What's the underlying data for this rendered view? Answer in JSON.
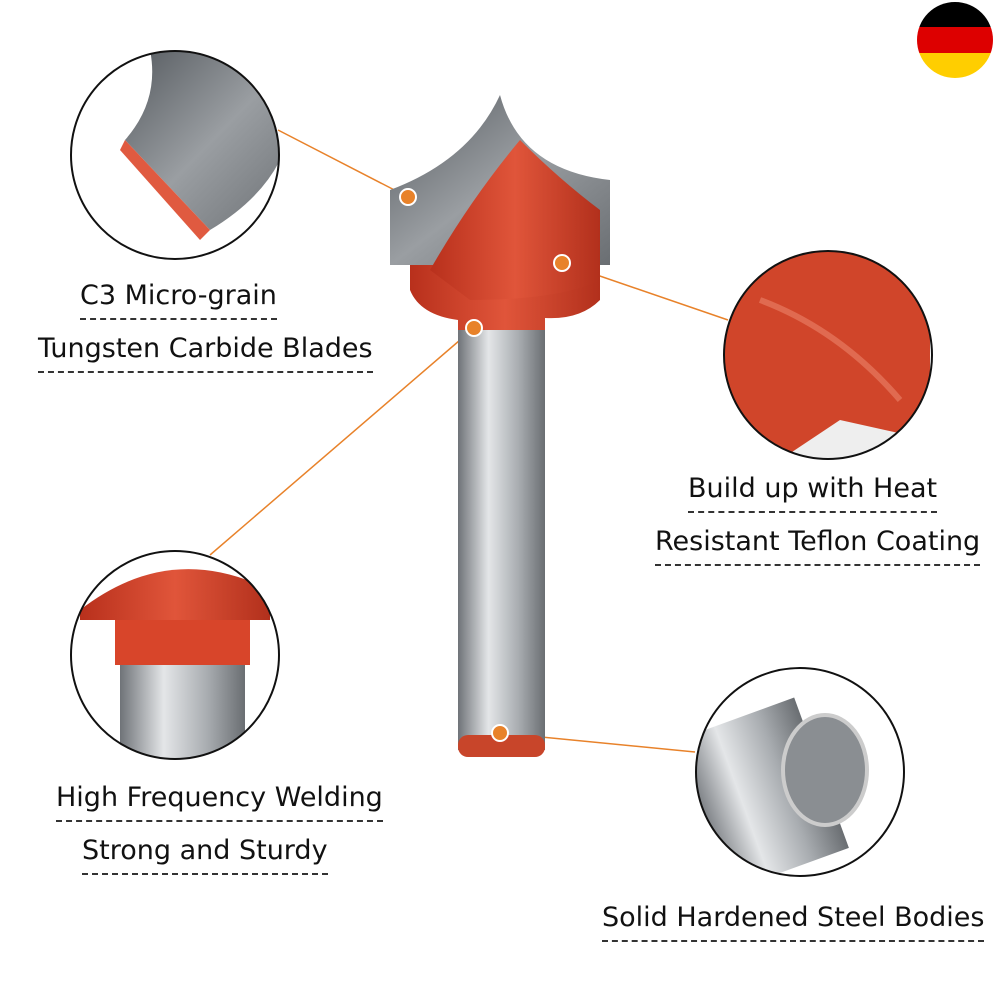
{
  "flag": {
    "name": "germany-flag",
    "colors": [
      "#000000",
      "#DD0000",
      "#FFCE00"
    ]
  },
  "colors": {
    "accent": "#E8822A",
    "coating": "#D0452A",
    "steel": "#9A9EA2"
  },
  "features": [
    {
      "id": "blades",
      "lines": [
        "C3 Micro-grain",
        "Tungsten Carbide Blades"
      ]
    },
    {
      "id": "coating",
      "lines": [
        "Build up with Heat",
        "Resistant Teflon Coating"
      ]
    },
    {
      "id": "welding",
      "lines": [
        "High Frequency Welding",
        "Strong and Sturdy"
      ]
    },
    {
      "id": "body",
      "lines": [
        "Solid Hardened Steel Bodies"
      ]
    }
  ]
}
